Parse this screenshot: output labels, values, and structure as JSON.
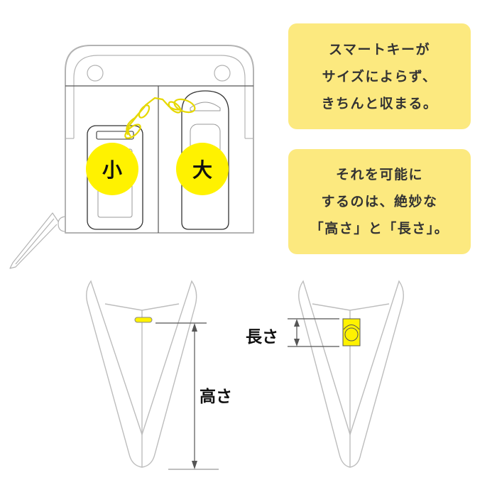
{
  "colors": {
    "callout_background": "#fce97f",
    "highlight_yellow": "#fff200",
    "outline_gray": "#b3b3b3",
    "dark_line": "#555555",
    "text": "#333333"
  },
  "illustration": {
    "badges": {
      "small": "小",
      "large": "大"
    }
  },
  "callouts": [
    {
      "lines": [
        "スマートキーが",
        "サイズによらず、",
        "きちんと収まる。"
      ]
    },
    {
      "lines": [
        "それを可能に",
        "するのは、絶妙な",
        "「高さ」と「長さ」。"
      ]
    }
  ],
  "dimensions": {
    "height_label": "高さ",
    "length_label": "長さ"
  }
}
